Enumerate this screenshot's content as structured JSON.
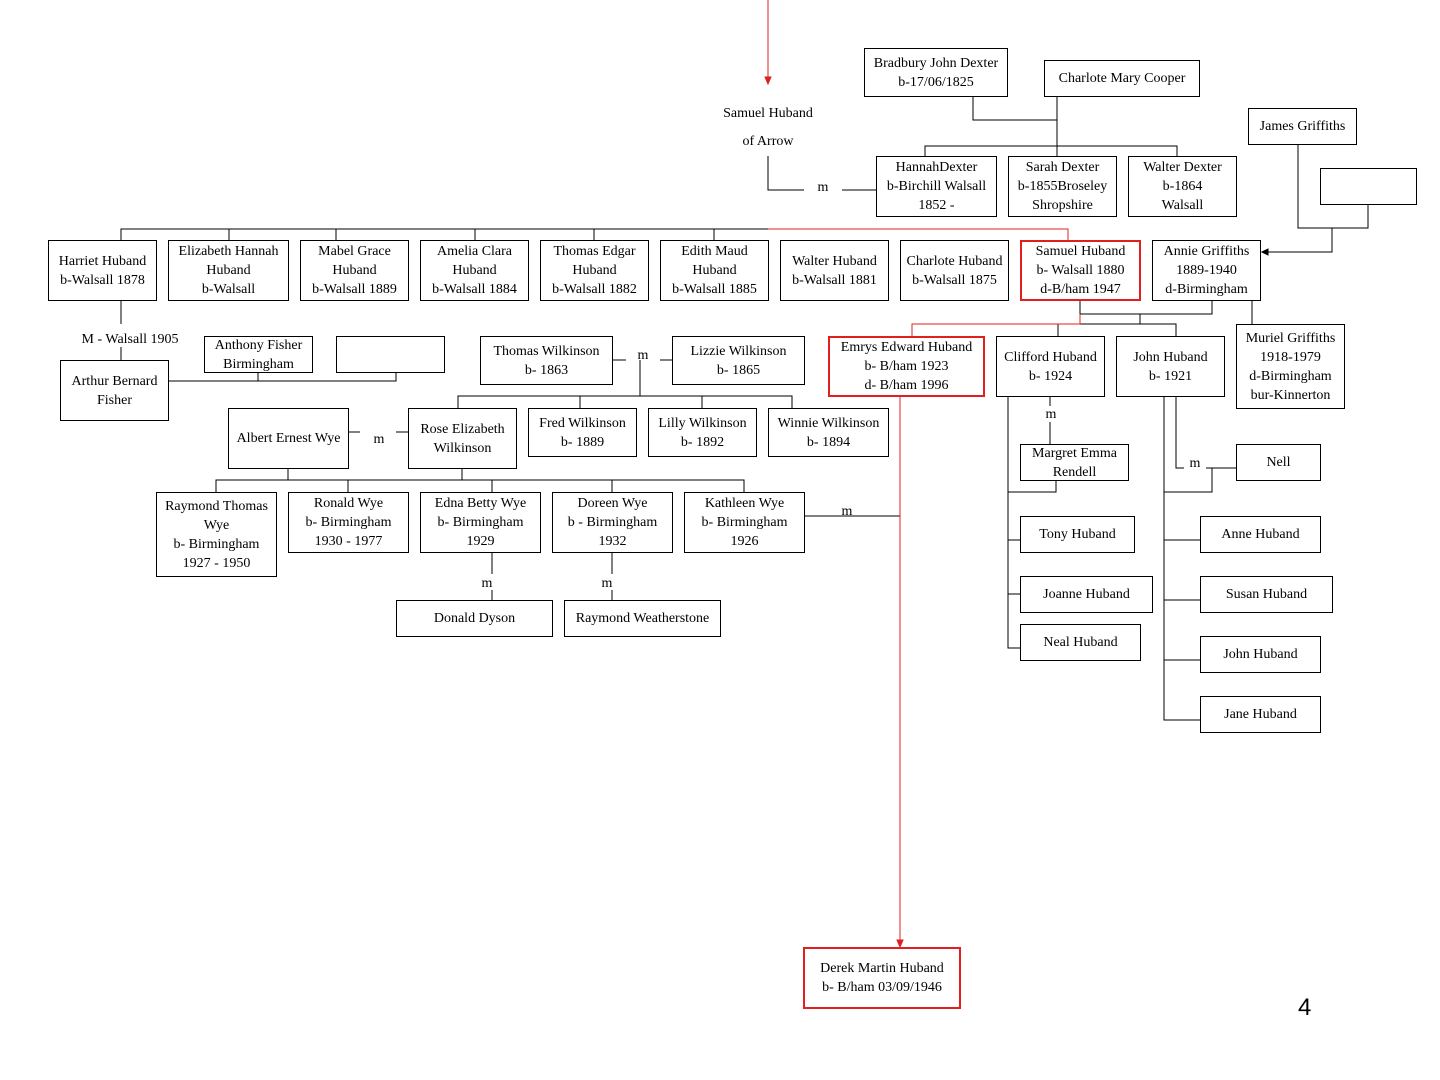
{
  "page_number": "4",
  "colors": {
    "line": "#000000",
    "highlight": "#e02020"
  },
  "people": {
    "bradbury": [
      "Bradbury John Dexter",
      "b-17/06/1825"
    ],
    "charlote_cooper": [
      "Charlote Mary Cooper"
    ],
    "james_griffiths": [
      "James Griffiths"
    ],
    "empty_right": [],
    "hannah": [
      "HannahDexter",
      "b-Birchill Walsall",
      "1852 -"
    ],
    "sarah": [
      "Sarah Dexter",
      "b-1855Broseley",
      "Shropshire"
    ],
    "walter_dexter": [
      "Walter Dexter",
      "b-1864",
      "Walsall"
    ],
    "harriet": [
      "Harriet Huband",
      "b-Walsall 1878"
    ],
    "elizabeth": [
      "Elizabeth Hannah",
      "Huband",
      "b-Walsall"
    ],
    "mabel": [
      "Mabel Grace",
      "Huband",
      "b-Walsall 1889"
    ],
    "amelia": [
      "Amelia Clara",
      "Huband",
      "b-Walsall 1884"
    ],
    "thomas_edgar": [
      "Thomas Edgar",
      "Huband",
      "b-Walsall 1882"
    ],
    "edith": [
      "Edith Maud",
      "Huband",
      "b-Walsall 1885"
    ],
    "walter_huband": [
      "Walter Huband",
      "b-Walsall 1881"
    ],
    "charlote_huband": [
      "Charlote Huband",
      "b-Walsall 1875"
    ],
    "samuel_1880": [
      "Samuel Huband",
      "b- Walsall 1880",
      "d-B/ham 1947"
    ],
    "annie": [
      "Annie Griffiths",
      "1889-1940",
      "d-Birmingham"
    ],
    "anthony": [
      "Anthony Fisher",
      "Birmingham"
    ],
    "empty_mid": [],
    "arthur": [
      "Arthur Bernard",
      "Fisher"
    ],
    "thomas_wilkinson": [
      "Thomas Wilkinson",
      "b- 1863"
    ],
    "lizzie": [
      "Lizzie Wilkinson",
      "b- 1865"
    ],
    "emrys": [
      "Emrys Edward Huband",
      "b- B/ham 1923",
      "d- B/ham 1996"
    ],
    "clifford": [
      "Clifford Huband",
      "b- 1924"
    ],
    "john_1921": [
      "John Huband",
      "b- 1921"
    ],
    "muriel": [
      "Muriel Griffiths",
      "1918-1979",
      "d-Birmingham",
      "bur-Kinnerton"
    ],
    "albert": [
      "Albert Ernest Wye"
    ],
    "rose": [
      "Rose Elizabeth",
      "Wilkinson"
    ],
    "fred": [
      "Fred Wilkinson",
      "b- 1889"
    ],
    "lilly": [
      "Lilly Wilkinson",
      "b- 1892"
    ],
    "winnie": [
      "Winnie Wilkinson",
      "b- 1894"
    ],
    "margret": [
      "Margret Emma",
      "Rendell"
    ],
    "nell": [
      "Nell"
    ],
    "raymond_wye": [
      "Raymond Thomas",
      "Wye",
      "b- Birmingham",
      "1927 - 1950"
    ],
    "ronald": [
      "Ronald Wye",
      "b- Birmingham",
      "1930 - 1977"
    ],
    "edna": [
      "Edna Betty Wye",
      "b- Birmingham",
      "1929"
    ],
    "doreen": [
      "Doreen Wye",
      "b - Birmingham",
      "1932"
    ],
    "kathleen": [
      "Kathleen Wye",
      "b- Birmingham",
      "1926"
    ],
    "tony": [
      "Tony Huband"
    ],
    "anne": [
      "Anne Huband"
    ],
    "joanne": [
      "Joanne Huband"
    ],
    "susan": [
      "Susan Huband"
    ],
    "neal": [
      "Neal Huband"
    ],
    "john_c": [
      "John Huband"
    ],
    "jane": [
      "Jane Huband"
    ],
    "donald": [
      "Donald Dyson"
    ],
    "raymond_w": [
      "Raymond Weatherstone"
    ],
    "derek": [
      "Derek Martin Huband",
      "b- B/ham 03/09/1946"
    ]
  },
  "labels": {
    "samuel_arrow_1": "Samuel Huband",
    "samuel_arrow_2": "of Arrow",
    "m_samuel_hannah": "m",
    "m_harriet": "M - Walsall 1905",
    "m_wilkinson": "m",
    "m_albert_rose": "m",
    "m_clifford": "m",
    "m_john": "m",
    "m_kathleen": "m",
    "m_edna": "m",
    "m_doreen": "m"
  }
}
